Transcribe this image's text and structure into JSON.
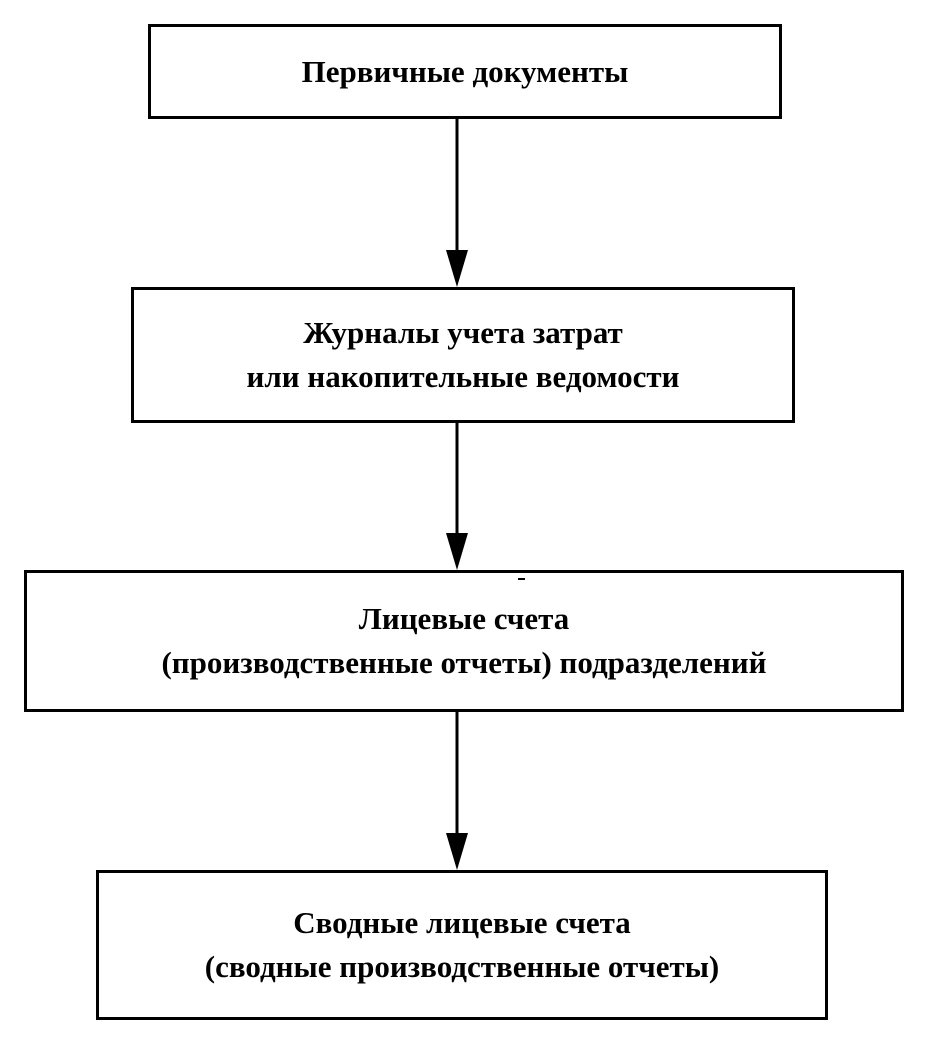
{
  "diagram": {
    "nodes": [
      {
        "id": "primary-documents",
        "lines": [
          "Первичные документы"
        ]
      },
      {
        "id": "cost-journals",
        "lines": [
          "Журналы учета затрат",
          "или накопительные ведомости"
        ]
      },
      {
        "id": "personal-accounts",
        "lines": [
          "Лицевые счета",
          "(производственные отчеты) подразделений"
        ]
      },
      {
        "id": "summary-accounts",
        "lines": [
          "Сводные лицевые счета",
          "(сводные производственные отчеты)"
        ]
      }
    ],
    "edges": [
      {
        "from": "primary-documents",
        "to": "cost-journals"
      },
      {
        "from": "cost-journals",
        "to": "personal-accounts"
      },
      {
        "from": "personal-accounts",
        "to": "summary-accounts"
      }
    ]
  }
}
